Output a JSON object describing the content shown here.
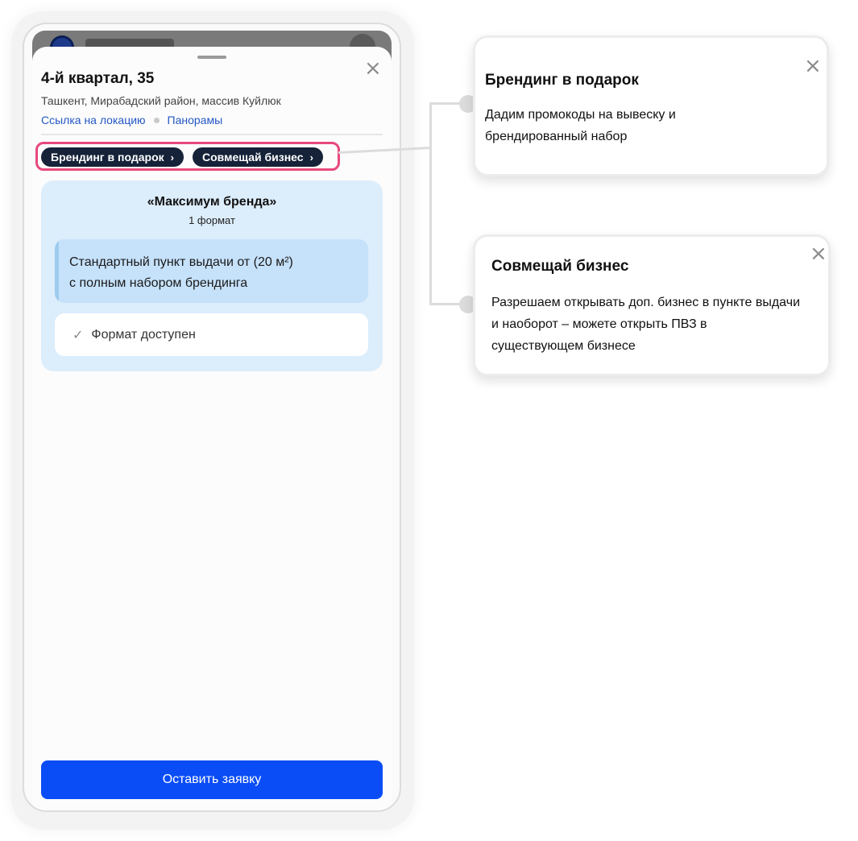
{
  "sheet": {
    "address_title": "4-й квартал, 35",
    "address_sub": "Ташкент, Мирабадский район, массив Куйлюк",
    "links": {
      "location": "Ссылка на локацию",
      "panoramas": "Панорамы"
    },
    "chips": [
      {
        "label": "Брендинг в подарок",
        "chevron": "›"
      },
      {
        "label": "Совмещай бизнес",
        "chevron": "›"
      }
    ],
    "promo": {
      "title": "«Максимум бренда»",
      "subtitle": "1 формат",
      "format_line1": "Стандартный пункт выдачи от (20 м²)",
      "format_line2": "с полным набором брендинга",
      "availability": "Формат доступен",
      "availability_icon": "checkmark-icon"
    },
    "cta_label": "Оставить заявку",
    "close_icon": "close-icon"
  },
  "tooltips": [
    {
      "title": "Брендинг в подарок",
      "body_line1": "Дадим промокоды на вывеску и",
      "body_line2": "брендированный набор"
    },
    {
      "title": "Совмещай бизнес",
      "body_line1": "Разрешаем открывать доп. бизнес в пункте выдачи",
      "body_line2": "и наоборот – можете открыть ПВЗ в",
      "body_line3": "существующем бизнесе"
    }
  ],
  "colors": {
    "accent": "#0a4df7",
    "highlight": "#e8487c",
    "chip_bg": "#152238",
    "link": "#2457c5",
    "promo_bg": "#dcedfb"
  }
}
